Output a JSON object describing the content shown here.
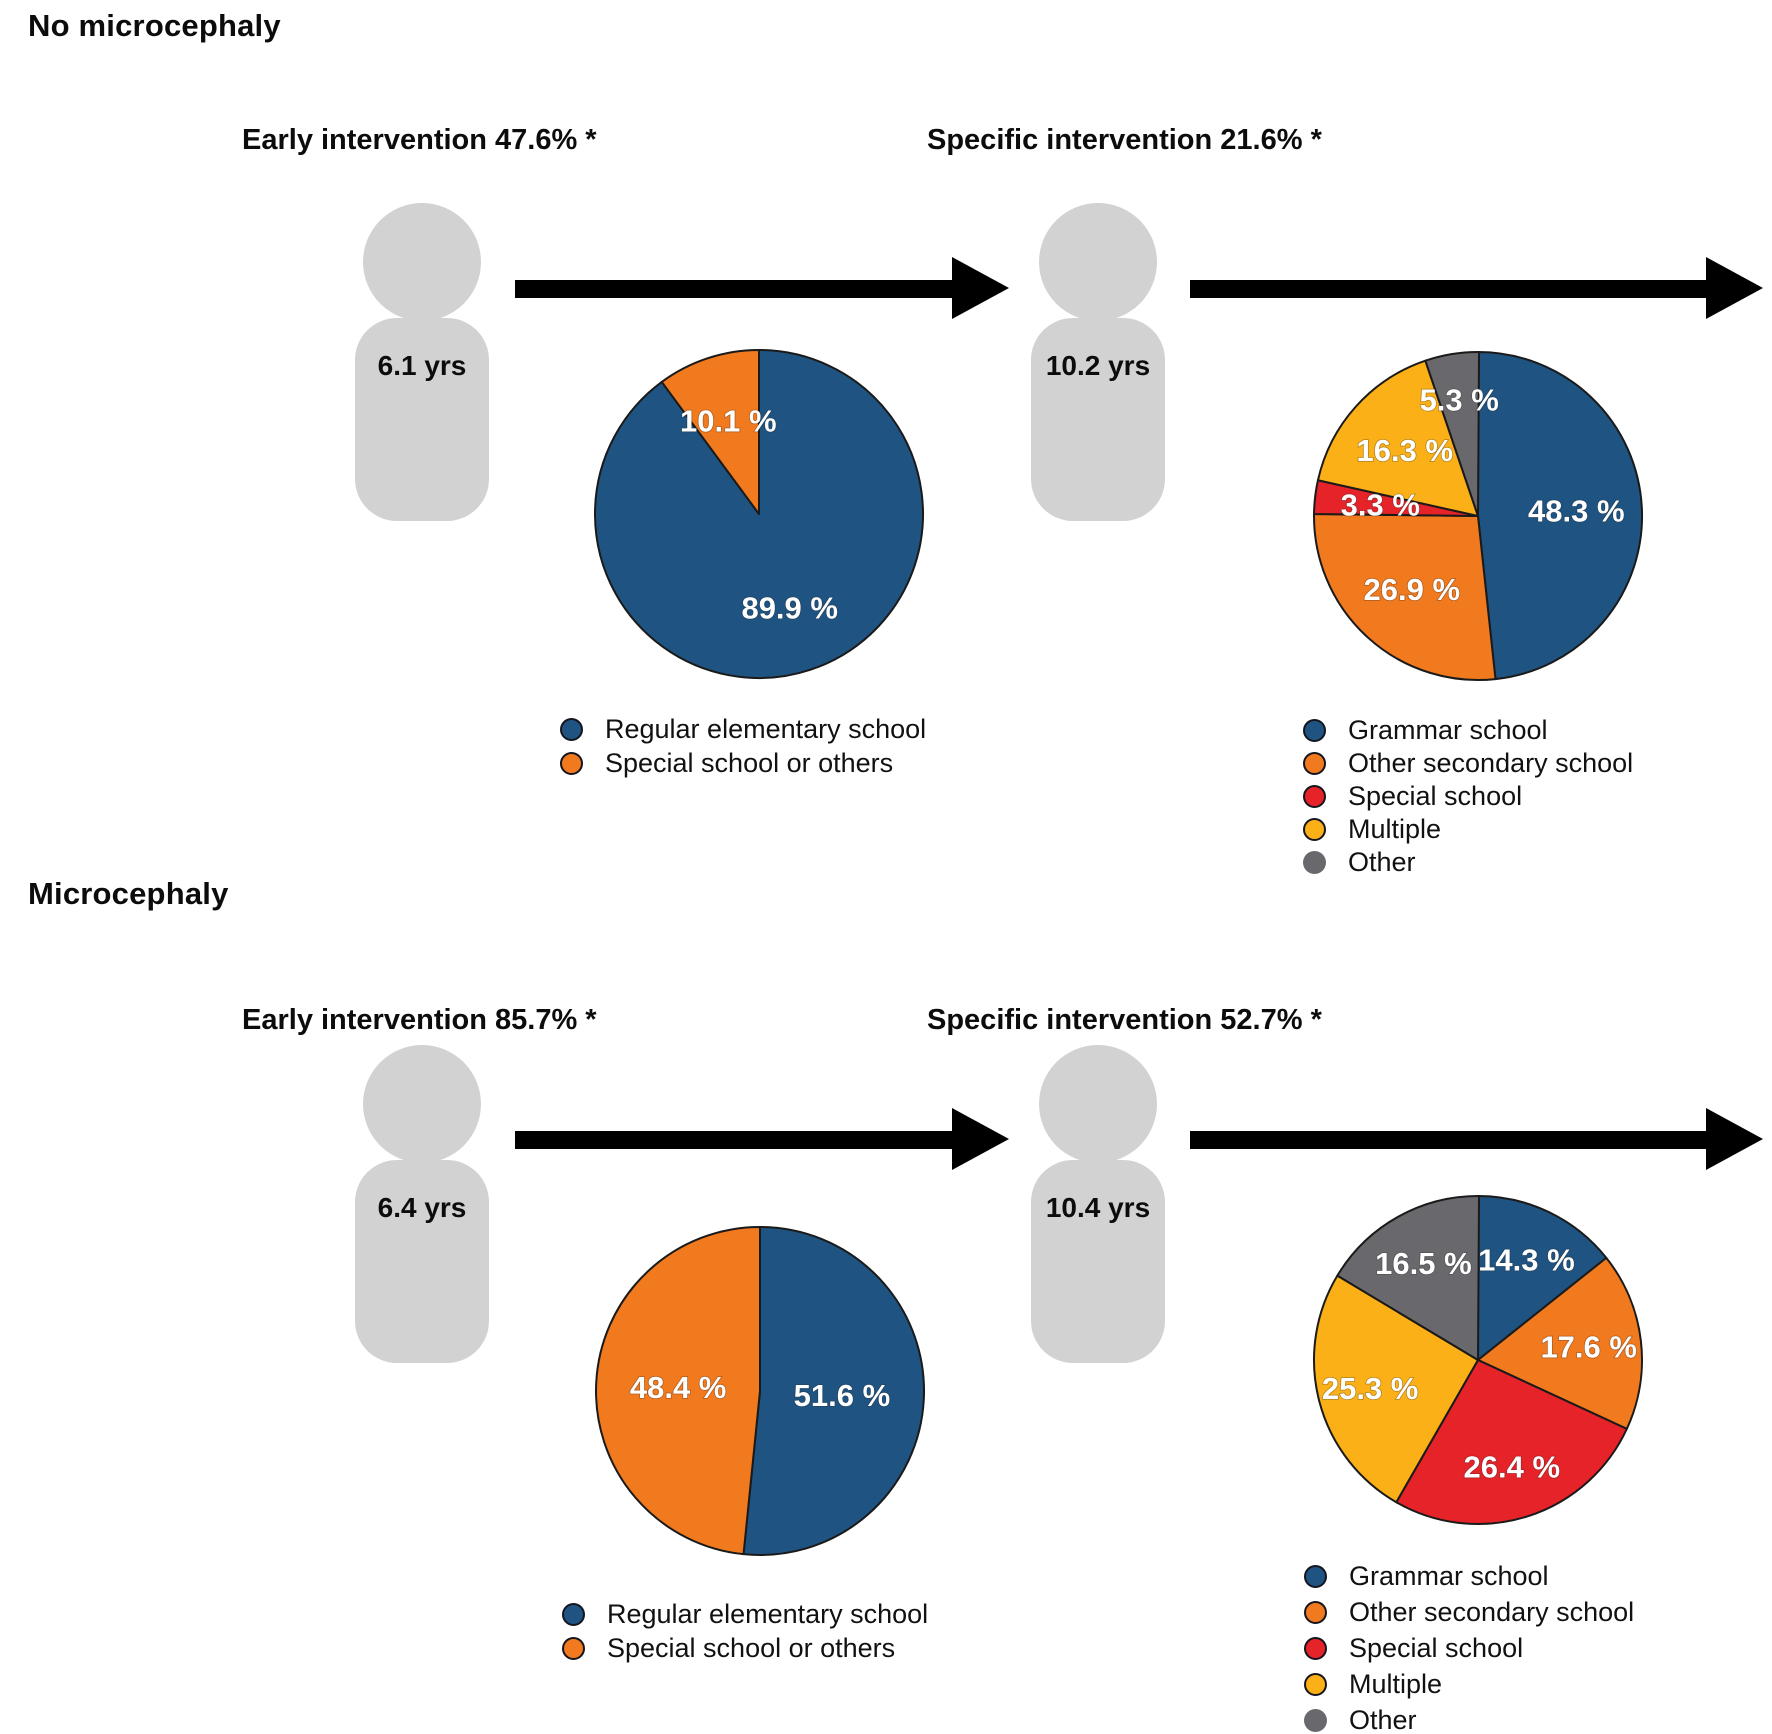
{
  "palette": {
    "blue": "#1f5381",
    "orange": "#f1791e",
    "red": "#e52328",
    "yellow": "#fbb017",
    "gray": "#69696d",
    "person_gray": "#d2d2d2",
    "arrow_black": "#000000"
  },
  "sections": [
    {
      "title": "No microcephaly",
      "stages": [
        {
          "label": "Early intervention 47.6% *",
          "age": "6.1 yrs"
        },
        {
          "label": "Specific intervention 21.6% *",
          "age": "10.2 yrs"
        }
      ]
    },
    {
      "title": "Microcephaly",
      "stages": [
        {
          "label": "Early intervention 85.7% *",
          "age": "6.4 yrs"
        },
        {
          "label": "Specific intervention 52.7% *",
          "age": "10.4 yrs"
        }
      ]
    }
  ],
  "chart_data": [
    {
      "type": "pie",
      "group": "No microcephaly",
      "legend_position": "bottom",
      "slices": [
        {
          "name": "Regular elementary school",
          "value": 89.9,
          "label": "89.9 %",
          "color": "blue"
        },
        {
          "name": "Special school or others",
          "value": 10.1,
          "label": "10.1 %",
          "color": "orange"
        }
      ],
      "legend_items": [
        {
          "label": "Regular elementary school",
          "color": "blue"
        },
        {
          "label": "Special school or others",
          "color": "orange"
        }
      ]
    },
    {
      "type": "pie",
      "group": "No microcephaly",
      "legend_position": "bottom",
      "slices": [
        {
          "name": "Grammar school",
          "value": 48.3,
          "label": "48.3 %",
          "color": "blue"
        },
        {
          "name": "Other secondary school",
          "value": 26.9,
          "label": "26.9 %",
          "color": "orange"
        },
        {
          "name": "Special school",
          "value": 3.3,
          "label": "3.3 %",
          "color": "red"
        },
        {
          "name": "Multiple",
          "value": 16.3,
          "label": "16.3 %",
          "color": "yellow"
        },
        {
          "name": "Other",
          "value": 5.3,
          "label": "5.3 %",
          "color": "gray",
          "label_r": 0.72
        }
      ],
      "legend_items": [
        {
          "label": "Grammar school",
          "color": "blue"
        },
        {
          "label": "Other secondary school",
          "color": "orange"
        },
        {
          "label": "Special school",
          "color": "red"
        },
        {
          "label": "Multiple",
          "color": "yellow"
        },
        {
          "label": "Other",
          "color": "gray"
        }
      ]
    },
    {
      "type": "pie",
      "group": "Microcephaly",
      "legend_position": "bottom",
      "slices": [
        {
          "name": "Regular elementary school",
          "value": 51.6,
          "label": "51.6 %",
          "color": "blue"
        },
        {
          "name": "Special school or others",
          "value": 48.4,
          "label": "48.4 %",
          "color": "orange"
        }
      ],
      "legend_items": [
        {
          "label": "Regular elementary school",
          "color": "blue"
        },
        {
          "label": "Special school or others",
          "color": "orange"
        }
      ]
    },
    {
      "type": "pie",
      "group": "Microcephaly",
      "legend_position": "bottom",
      "slices": [
        {
          "name": "Grammar school",
          "value": 14.3,
          "label": "14.3 %",
          "color": "blue"
        },
        {
          "name": "Other secondary school",
          "value": 17.6,
          "label": "17.6 %",
          "color": "orange"
        },
        {
          "name": "Special school",
          "value": 26.4,
          "label": "26.4 %",
          "color": "red"
        },
        {
          "name": "Multiple",
          "value": 25.3,
          "label": "25.3 %",
          "color": "yellow"
        },
        {
          "name": "Other",
          "value": 16.5,
          "label": "16.5 %",
          "color": "gray"
        }
      ],
      "legend_items": [
        {
          "label": "Grammar school",
          "color": "blue"
        },
        {
          "label": "Other secondary school",
          "color": "orange"
        },
        {
          "label": "Special school",
          "color": "red"
        },
        {
          "label": "Multiple",
          "color": "yellow"
        },
        {
          "label": "Other",
          "color": "gray"
        }
      ]
    }
  ]
}
